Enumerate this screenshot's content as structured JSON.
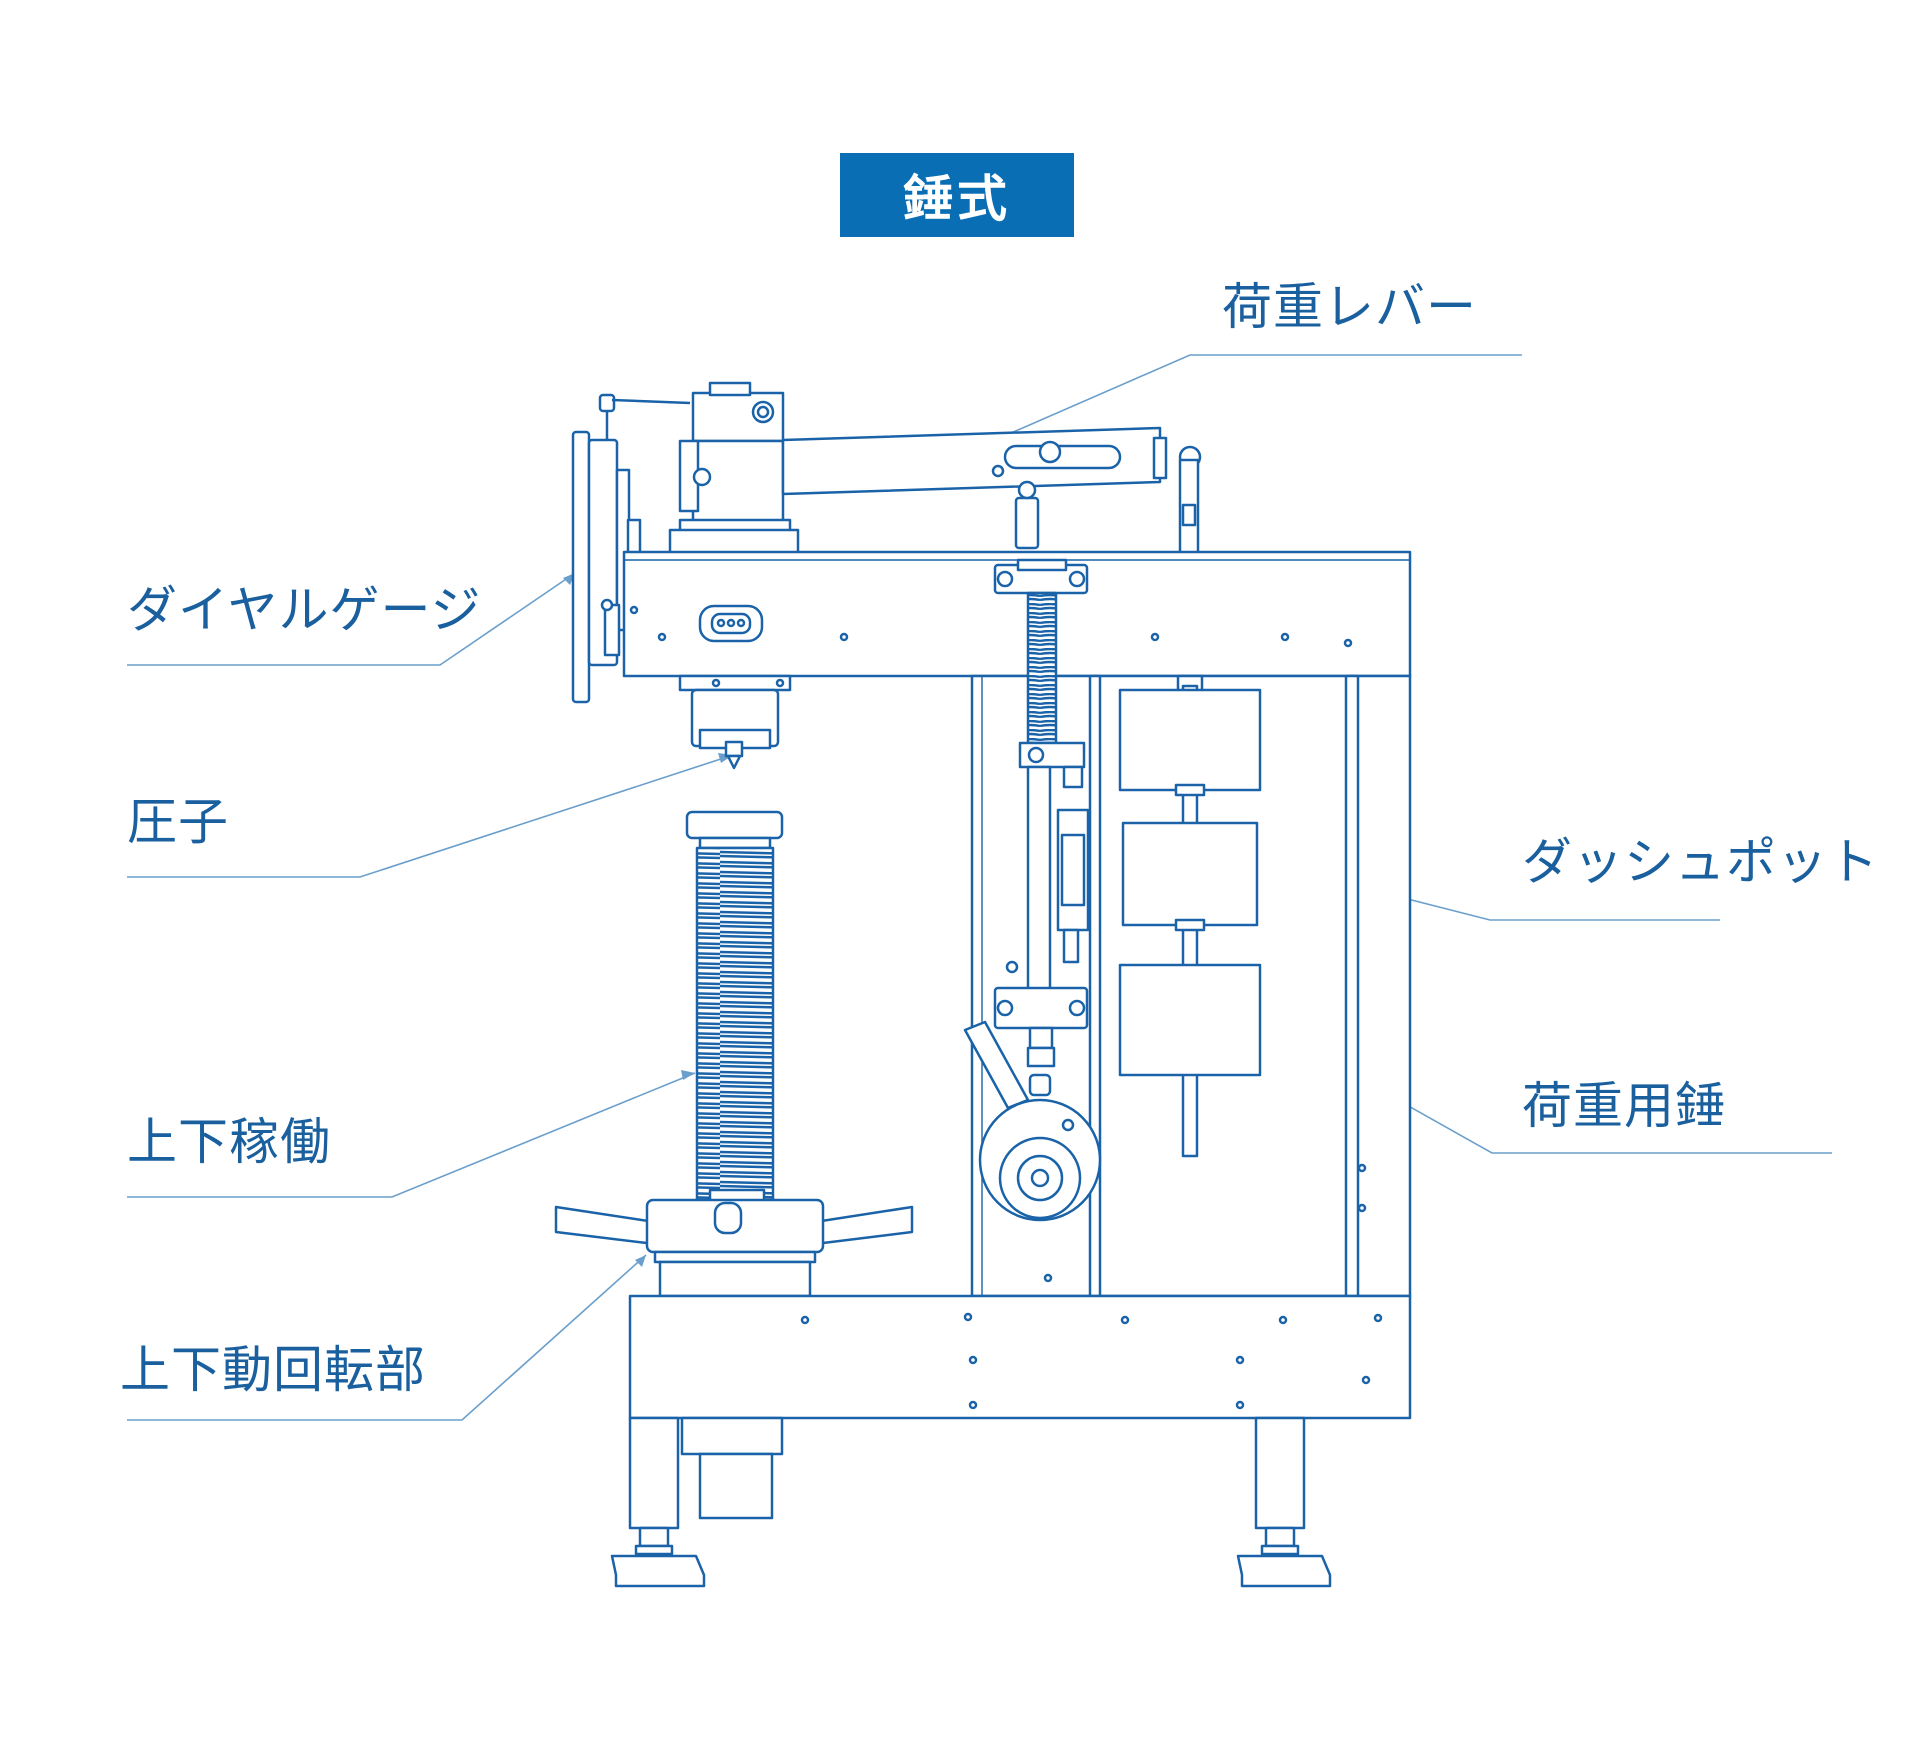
{
  "title": "錘式",
  "colors": {
    "line": "#1a63a8",
    "accent": "#0a6eb4",
    "leader": "#6a9fcc",
    "label": "#1a5f9e"
  },
  "labels": {
    "load_lever": "荷重レバー",
    "dial_gauge": "ダイヤルゲージ",
    "indenter": "圧子",
    "dashpot": "ダッシュポット",
    "load_weight": "荷重用錘",
    "vertical_movement": "上下稼働",
    "vertical_rotation": "上下動回転部"
  }
}
